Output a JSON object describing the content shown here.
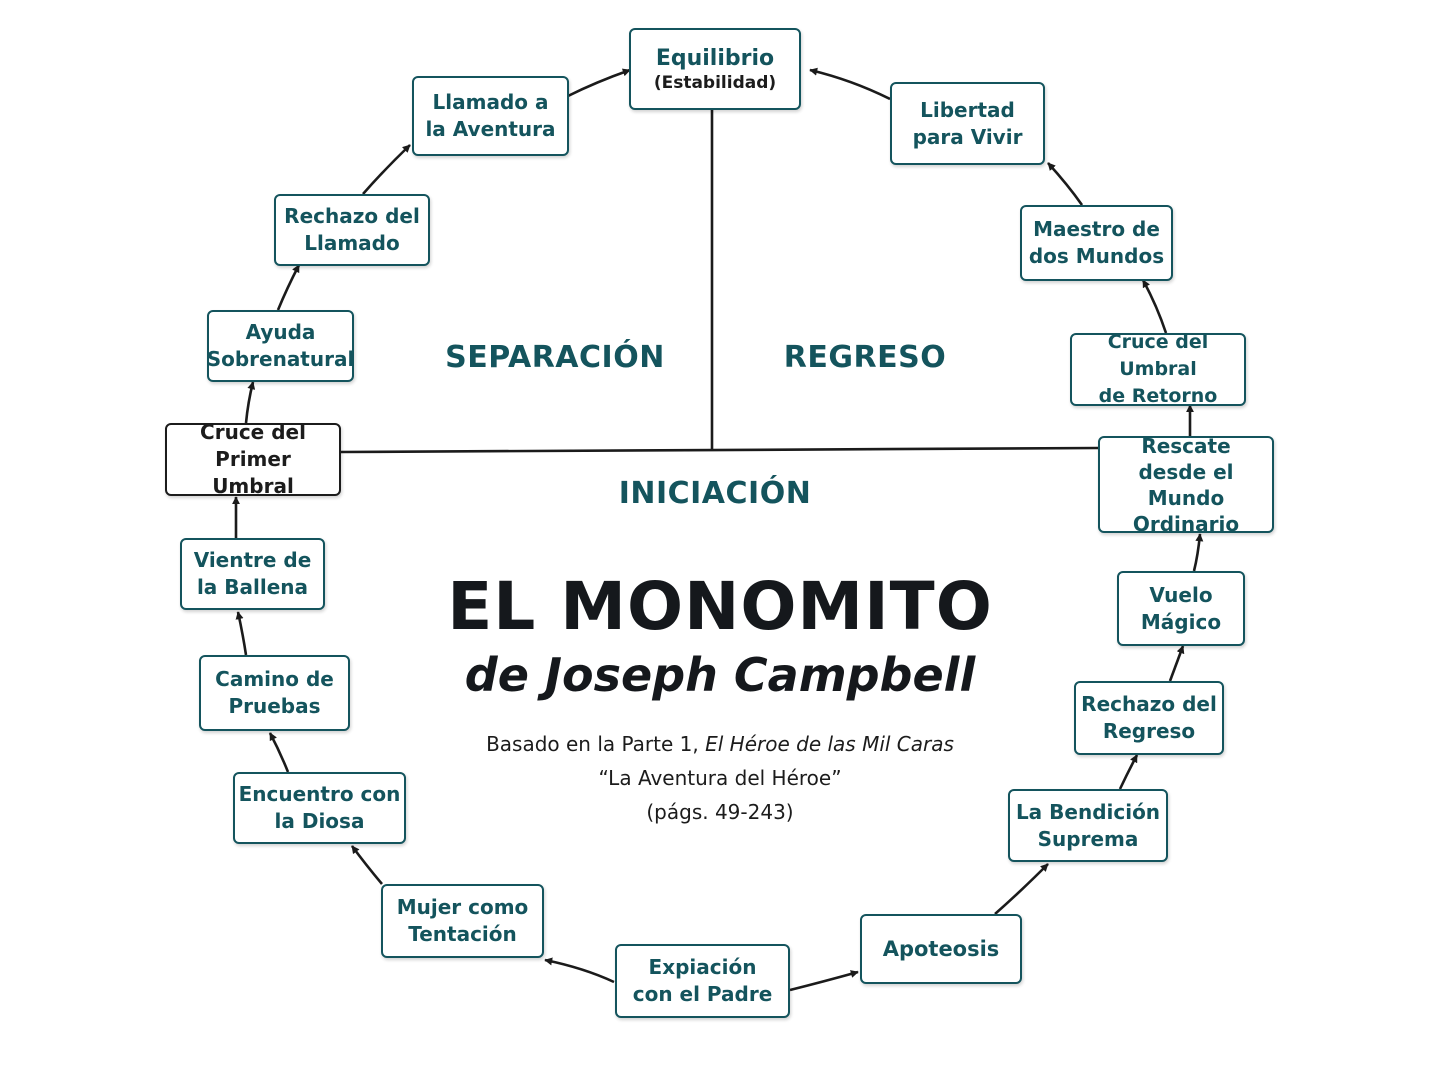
{
  "title": "EL MONOMITO",
  "subtitle": "de Joseph Campbell",
  "source": {
    "line1_prefix": "Basado en la Parte 1,",
    "line1_book": "El Héroe de las Mil Caras",
    "line2": "“La Aventura del Héroe”",
    "line3": "(págs. 49-243)"
  },
  "sections": {
    "separacion": "SEPARACIÓN",
    "regreso": "REGRESO",
    "iniciacion": "INICIACIÓN"
  },
  "stages": {
    "equilibrio": {
      "line1": "Equilibrio",
      "line2": "(Estabilidad)"
    },
    "llamado": {
      "line1": "Llamado a",
      "line2": "la Aventura"
    },
    "rechazo_llamado": {
      "line1": "Rechazo del",
      "line2": "Llamado"
    },
    "ayuda": {
      "line1": "Ayuda",
      "line2": "Sobrenatural"
    },
    "cruce_primer": {
      "line1": "Cruce del Primer",
      "line2": "Umbral"
    },
    "vientre": {
      "line1": "Vientre de",
      "line2": "la Ballena"
    },
    "camino": {
      "line1": "Camino de",
      "line2": "Pruebas"
    },
    "encuentro": {
      "line1": "Encuentro con",
      "line2": "la Diosa"
    },
    "mujer": {
      "line1": "Mujer como",
      "line2": "Tentación"
    },
    "expiacion": {
      "line1": "Expiación",
      "line2": "con el Padre"
    },
    "apoteosis": {
      "line1": "Apoteosis"
    },
    "bendicion": {
      "line1": "La Bendición",
      "line2": "Suprema"
    },
    "rechazo_regreso": {
      "line1": "Rechazo del",
      "line2": "Regreso"
    },
    "vuelo": {
      "line1": "Vuelo",
      "line2": "Mágico"
    },
    "rescate": {
      "line1": "Rescate",
      "line2": "desde el Mundo",
      "line3": "Ordinario"
    },
    "cruce_retorno": {
      "line1": "Cruce del Umbral",
      "line2": "de Retorno"
    },
    "maestro": {
      "line1": "Maestro de",
      "line2": "dos Mundos"
    },
    "libertad": {
      "line1": "Libertad",
      "line2": "para Vivir"
    }
  },
  "colors": {
    "accent": "#14545d",
    "text_dark": "#15181c",
    "line": "#1b1b1b"
  }
}
